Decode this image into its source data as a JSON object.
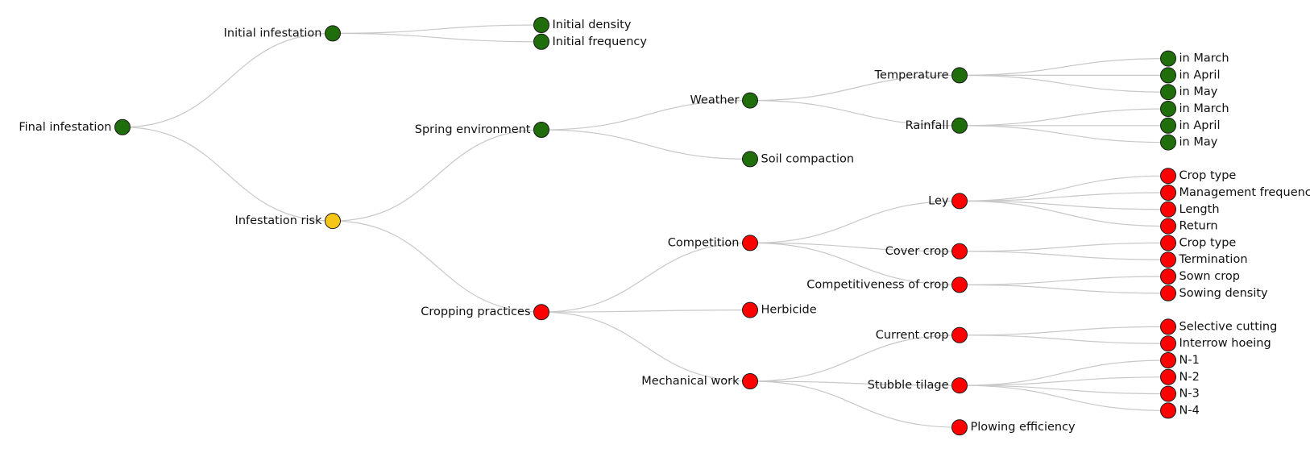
{
  "colors": {
    "green": "#1f6e0b",
    "yellow": "#f5c518",
    "red": "#ff0000"
  },
  "tree": {
    "label": "Final infestation",
    "status": "green",
    "children": [
      {
        "label": "Initial infestation",
        "status": "green",
        "children": [
          {
            "label": "Initial density",
            "status": "green"
          },
          {
            "label": "Initial frequency",
            "status": "green"
          }
        ]
      },
      {
        "label": "Infestation risk",
        "status": "yellow",
        "children": [
          {
            "label": "Spring environment",
            "status": "green",
            "children": [
              {
                "label": "Weather",
                "status": "green",
                "children": [
                  {
                    "label": "Temperature",
                    "status": "green",
                    "children": [
                      {
                        "label": "in March",
                        "status": "green"
                      },
                      {
                        "label": "in April",
                        "status": "green"
                      },
                      {
                        "label": "in May",
                        "status": "green"
                      }
                    ]
                  },
                  {
                    "label": "Rainfall",
                    "status": "green",
                    "children": [
                      {
                        "label": "in March",
                        "status": "green"
                      },
                      {
                        "label": "in April",
                        "status": "green"
                      },
                      {
                        "label": "in May",
                        "status": "green"
                      }
                    ]
                  }
                ]
              },
              {
                "label": "Soil compaction",
                "status": "green"
              }
            ]
          },
          {
            "label": "Cropping practices",
            "status": "red",
            "children": [
              {
                "label": "Competition",
                "status": "red",
                "children": [
                  {
                    "label": "Ley",
                    "status": "red",
                    "children": [
                      {
                        "label": "Crop type",
                        "status": "red"
                      },
                      {
                        "label": "Management frequency",
                        "status": "red"
                      },
                      {
                        "label": "Length",
                        "status": "red"
                      },
                      {
                        "label": "Return",
                        "status": "red"
                      }
                    ]
                  },
                  {
                    "label": "Cover crop",
                    "status": "red",
                    "children": [
                      {
                        "label": "Crop type",
                        "status": "red"
                      },
                      {
                        "label": "Termination",
                        "status": "red"
                      }
                    ]
                  },
                  {
                    "label": "Competitiveness of crop",
                    "status": "red",
                    "children": [
                      {
                        "label": "Sown crop",
                        "status": "red"
                      },
                      {
                        "label": "Sowing density",
                        "status": "red"
                      }
                    ]
                  }
                ]
              },
              {
                "label": "Herbicide",
                "status": "red"
              },
              {
                "label": "Mechanical work",
                "status": "red",
                "children": [
                  {
                    "label": "Current crop",
                    "status": "red",
                    "children": [
                      {
                        "label": "Selective cutting",
                        "status": "red"
                      },
                      {
                        "label": "Interrow hoeing",
                        "status": "red"
                      }
                    ]
                  },
                  {
                    "label": "Stubble tilage",
                    "status": "red",
                    "children": [
                      {
                        "label": "N-1",
                        "status": "red"
                      },
                      {
                        "label": "N-2",
                        "status": "red"
                      },
                      {
                        "label": "N-3",
                        "status": "red"
                      },
                      {
                        "label": "N-4",
                        "status": "red"
                      }
                    ]
                  },
                  {
                    "label": "Plowing efficiency",
                    "status": "red"
                  }
                ]
              }
            ]
          }
        ]
      }
    ]
  }
}
